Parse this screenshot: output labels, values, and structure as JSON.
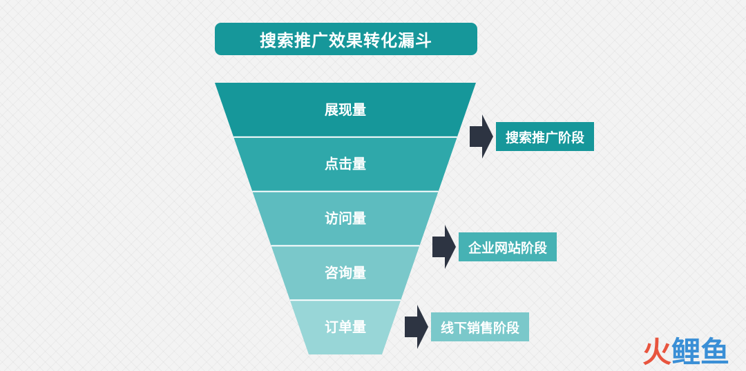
{
  "title": "搜索推广效果转化漏斗",
  "funnel": [
    {
      "label": "展现量",
      "color": "#16979a"
    },
    {
      "label": "点击量",
      "color": "#2fa8aa"
    },
    {
      "label": "访问量",
      "color": "#5dbcbf"
    },
    {
      "label": "咨询量",
      "color": "#7ac8ca"
    },
    {
      "label": "订单量",
      "color": "#98d6d7"
    }
  ],
  "stages": [
    {
      "label": "搜索推广阶段",
      "color": "#16979a"
    },
    {
      "label": "企业网站阶段",
      "color": "#46b2b4"
    },
    {
      "label": "线下销售阶段",
      "color": "#7ac8ca"
    }
  ],
  "arrow_color": "#2d3442",
  "watermark": {
    "chars": [
      "火",
      "鲤",
      "鱼"
    ]
  }
}
